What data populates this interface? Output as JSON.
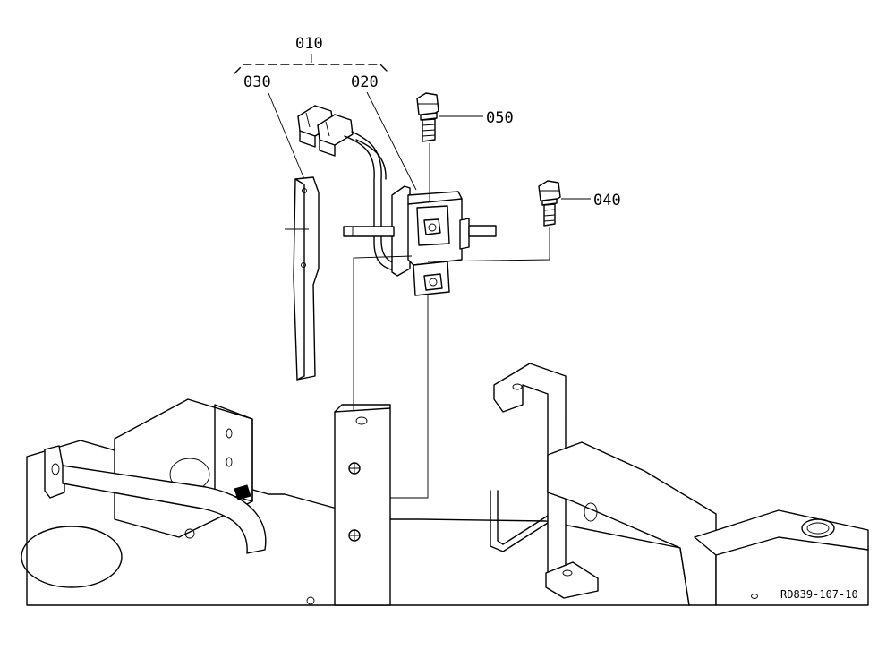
{
  "parts": [
    {
      "id": "010",
      "label": "010"
    },
    {
      "id": "020",
      "label": "020"
    },
    {
      "id": "030",
      "label": "030"
    },
    {
      "id": "040",
      "label": "040"
    },
    {
      "id": "050",
      "label": "050"
    }
  ],
  "drawing_code": "RD839-107-10"
}
